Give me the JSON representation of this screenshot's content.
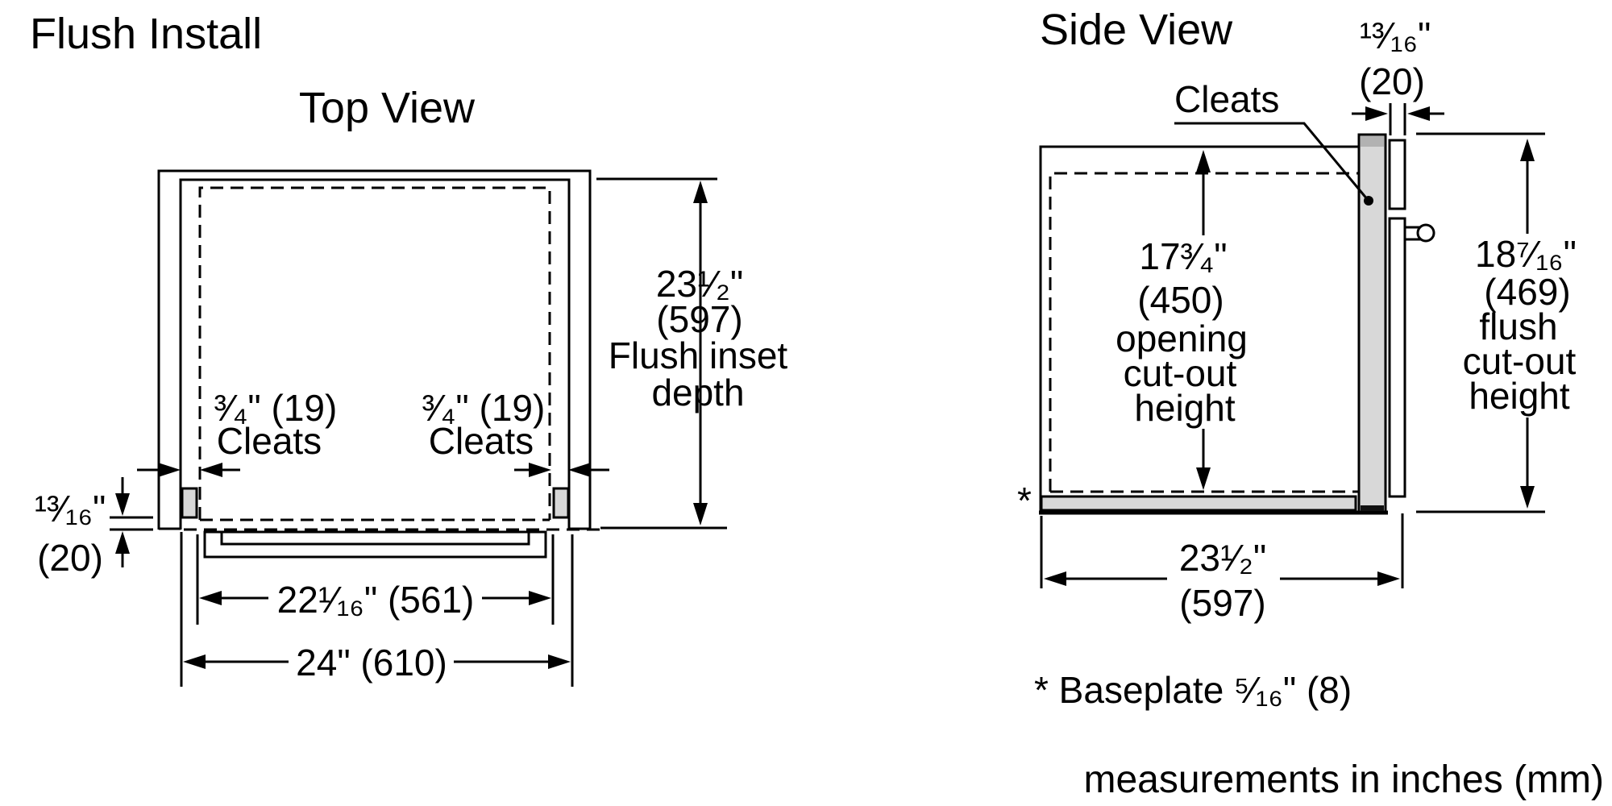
{
  "titles": {
    "main": "Flush Install",
    "top_view": "Top View",
    "side_view": "Side View"
  },
  "top_view": {
    "inset_depth": {
      "inches": "23¹⁄₂\"",
      "mm": "(597)",
      "label_line1": "Flush inset",
      "label_line2": "depth"
    },
    "cleat_left": {
      "size": "³⁄₄\" (19)",
      "label": "Cleats"
    },
    "cleat_right": {
      "size": "³⁄₄\" (19)",
      "label": "Cleats"
    },
    "overlay": {
      "inches": "¹³⁄₁₆\"",
      "mm": "(20)"
    },
    "width_between_cleats": "22¹⁄₁₆\" (561)",
    "width_cutout": "24\" (610)"
  },
  "side_view": {
    "front_gap": {
      "inches": "¹³⁄₁₆\"",
      "mm": "(20)"
    },
    "cleats_label": "Cleats",
    "opening_height": {
      "inches": "17³⁄₄\"",
      "mm": "(450)",
      "label_line1": "opening",
      "label_line2": "cut-out",
      "label_line3": "height"
    },
    "flush_height": {
      "inches": "18⁷⁄₁₆\"",
      "mm": "(469)",
      "label_line1": "flush",
      "label_line2": "cut-out",
      "label_line3": "height"
    },
    "depth": {
      "inches": "23¹⁄₂\"",
      "mm": "(597)"
    },
    "baseplate_marker": "*",
    "baseplate_note": "* Baseplate ⁵⁄₁₆\" (8)"
  },
  "footer": "measurements in inches (mm)",
  "colors": {
    "line": "#000000",
    "gray_fill": "#d8d8d8",
    "background": "#ffffff"
  }
}
